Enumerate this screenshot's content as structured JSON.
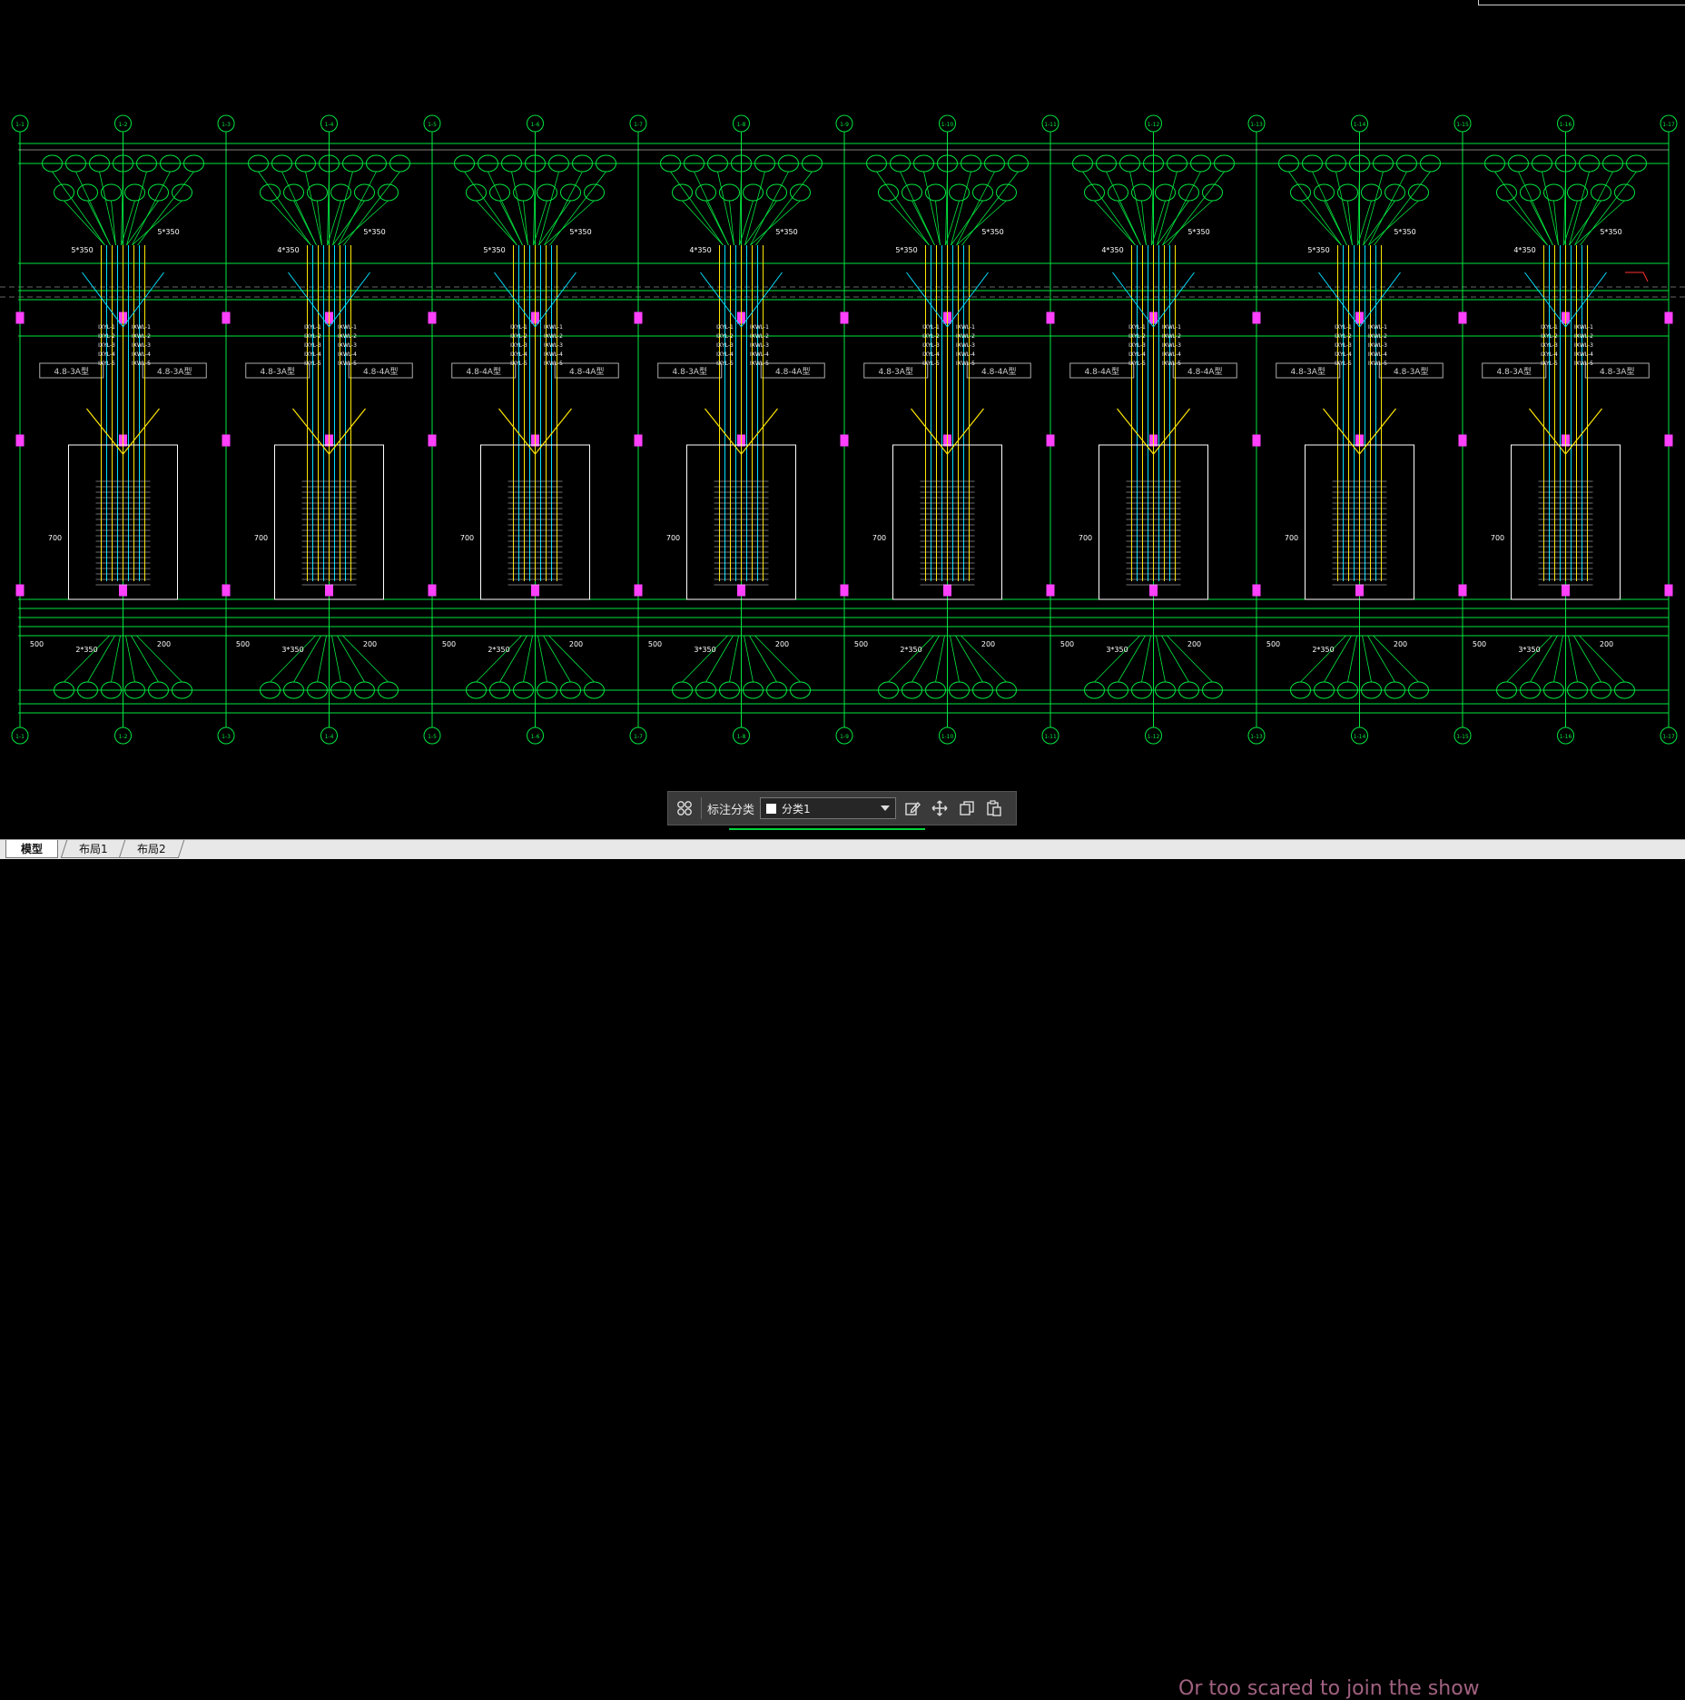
{
  "annotation_toolbar": {
    "category_label": "标注分类",
    "category_value": "分类1",
    "swatch_color": "#ffffff",
    "icons": [
      "category-grid-icon",
      "edit-annotation-icon",
      "move-icon",
      "copy-icon",
      "paste-icon"
    ]
  },
  "tabs": [
    {
      "label": "模型",
      "active": true
    },
    {
      "label": "布局1",
      "active": false
    },
    {
      "label": "布局2",
      "active": false
    }
  ],
  "overlay_caption": "Or too scared to join the show",
  "colors": {
    "background": "#000000",
    "grid_lines": "#00e640",
    "pipes_cyan": "#00e0ff",
    "pipes_yellow": "#ffe600",
    "columns_magenta": "#ff40ff",
    "labels_white": "#ffffff",
    "accent_red": "#ff3030"
  },
  "drawing": {
    "grid_axis_labels": [
      "1-1",
      "1-2",
      "1-3",
      "1-4",
      "1-5",
      "1-6",
      "1-7",
      "1-8",
      "1-9",
      "1-10",
      "1-11",
      "1-12",
      "1-13",
      "1-14",
      "1-15",
      "1-16",
      "1-17"
    ],
    "unit_labels": [
      "4.8-3A型",
      "4.8-3A型",
      "4.8-3A型",
      "4.8-4A型",
      "4.8-4A型",
      "4.8-4A型",
      "4.8-3A型",
      "4.8-4A型",
      "4.8-3A型",
      "4.8-4A型",
      "4.8-4A型",
      "4.8-4A型",
      "4.8-3A型",
      "4.8-3A型",
      "4.8-3A型",
      "4.8-3A型"
    ],
    "dimension_labels": [
      "5*350",
      "4*350",
      "2*350",
      "3*350",
      "200",
      "500",
      "700"
    ]
  }
}
